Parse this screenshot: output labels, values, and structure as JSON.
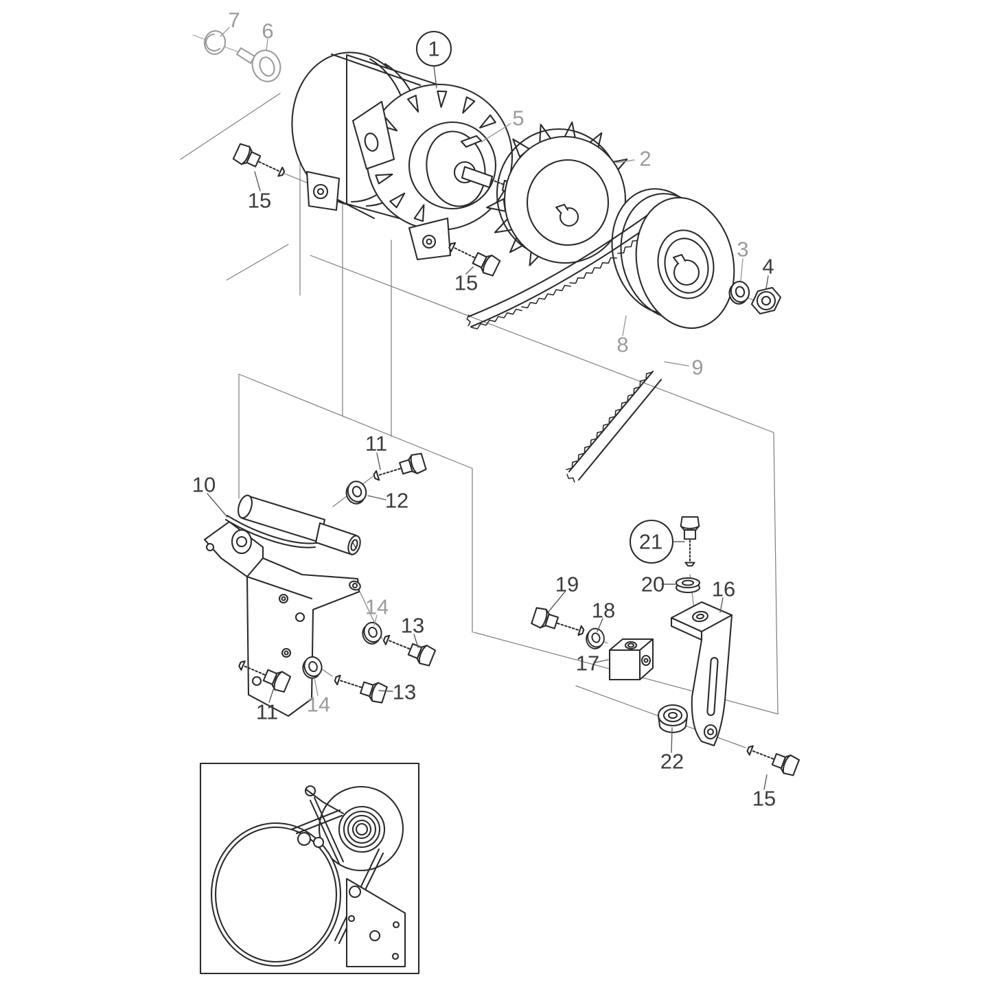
{
  "page": {
    "kind": "exploded-parts-diagram",
    "background": "#ffffff"
  },
  "colors": {
    "line": "#2b2b2b",
    "muted_line": "#9b9b9b",
    "label": "#3c3c3c",
    "muted_label": "#9b9b9b",
    "leader": "#5a5a5a",
    "highlight": "#2f7d3b"
  },
  "highlight": {
    "part": "21",
    "shape": "circle"
  },
  "circled_labels": [
    "1",
    "21"
  ],
  "labels": [
    {
      "part": "1",
      "muted": false
    },
    {
      "part": "2",
      "muted": true
    },
    {
      "part": "3",
      "muted": true
    },
    {
      "part": "4",
      "muted": false
    },
    {
      "part": "5",
      "muted": true
    },
    {
      "part": "6",
      "muted": true
    },
    {
      "part": "7",
      "muted": true
    },
    {
      "part": "8",
      "muted": true
    },
    {
      "part": "9",
      "muted": true
    },
    {
      "part": "10",
      "muted": false
    },
    {
      "part": "11",
      "muted": false
    },
    {
      "part": "11",
      "muted": false
    },
    {
      "part": "12",
      "muted": false
    },
    {
      "part": "13",
      "muted": false
    },
    {
      "part": "13",
      "muted": false
    },
    {
      "part": "14",
      "muted": true
    },
    {
      "part": "14",
      "muted": true
    },
    {
      "part": "15",
      "muted": false
    },
    {
      "part": "15",
      "muted": false
    },
    {
      "part": "15",
      "muted": false
    },
    {
      "part": "16",
      "muted": false
    },
    {
      "part": "17",
      "muted": false
    },
    {
      "part": "18",
      "muted": false
    },
    {
      "part": "19",
      "muted": false
    },
    {
      "part": "20",
      "muted": false
    },
    {
      "part": "21",
      "muted": false
    },
    {
      "part": "22",
      "muted": false
    }
  ],
  "inset": {
    "present": true
  }
}
